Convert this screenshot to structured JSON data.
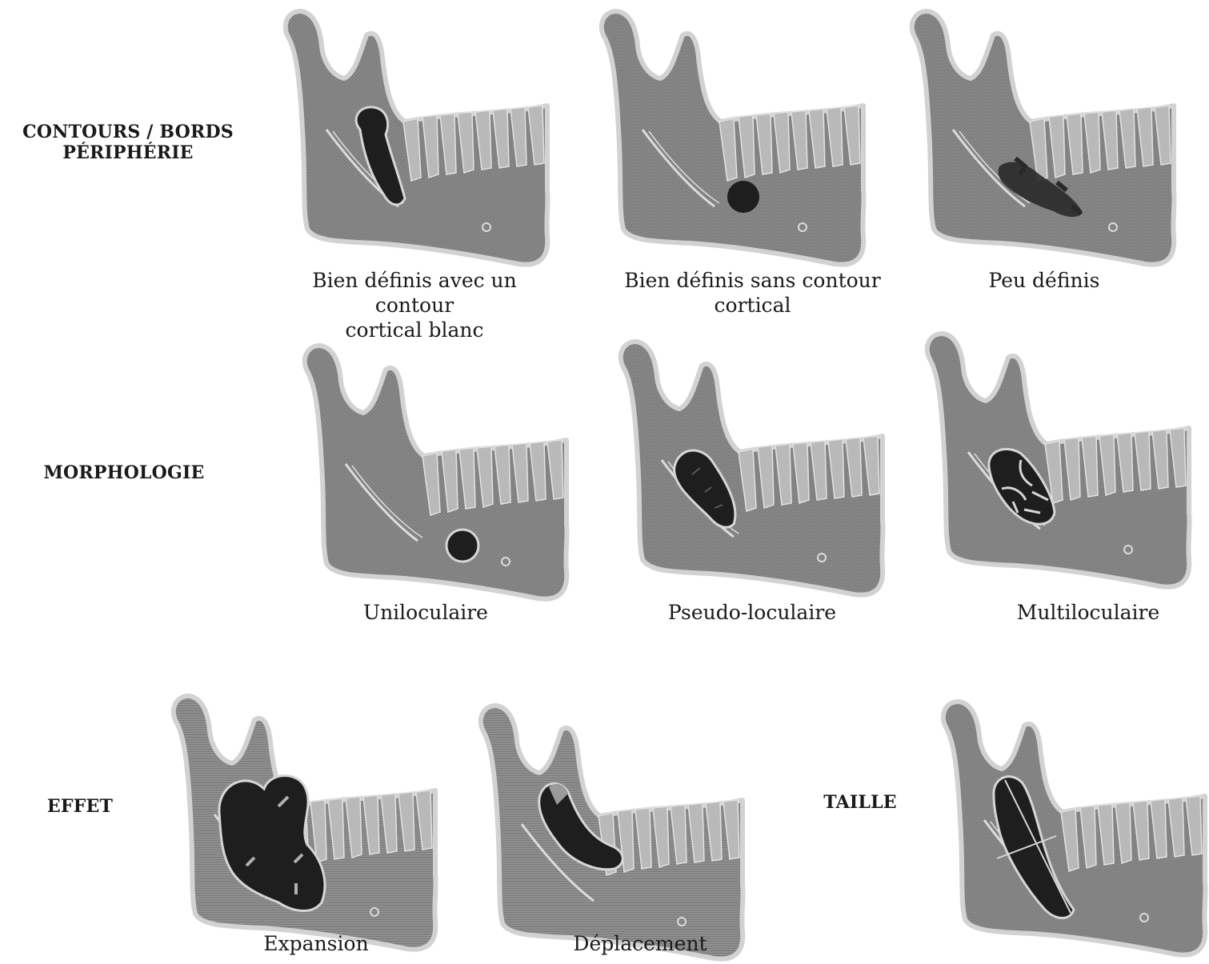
{
  "rows": [
    {
      "label": "CONTOURS / BORDS\nPÉRIPHÉRIE"
    },
    {
      "label": "MORPHOLOGIE"
    },
    {
      "label": "EFFET"
    }
  ],
  "taille_label": "TAILLE",
  "captions": [
    "Bien définis avec un contour\ncortical blanc",
    "Bien définis sans contour\ncortical",
    "Peu définis",
    "Uniloculaire",
    "Pseudo-loculaire",
    "Multiloculaire",
    "Expansion",
    "Déplacement"
  ],
  "colors": {
    "bone": "#7d7d7d",
    "bone_outline": "#cfcfcf",
    "teeth": "#bdbdbd",
    "lesion": "#1e1e1e"
  }
}
